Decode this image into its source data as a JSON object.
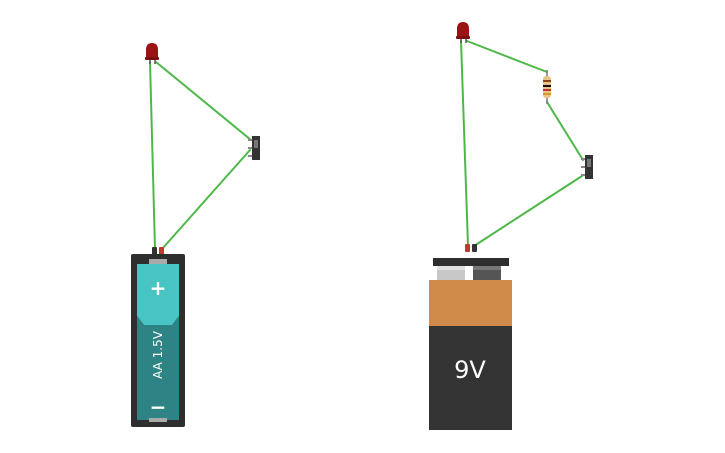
{
  "colors": {
    "wire": "#4db848",
    "led": "#9b1414",
    "aa_case": "#2e2e2e",
    "aa_top": "#48c4c4",
    "aa_body": "#2e8484",
    "nine_v_orange": "#d08a4a",
    "nine_v_body": "#333333",
    "switch": "#333333"
  },
  "circuits": [
    {
      "battery": {
        "type": "AA",
        "plus_label": "+",
        "minus_label": "−",
        "voltage_label": "AA 1.5V"
      },
      "components": [
        "red-led",
        "slide-switch"
      ]
    },
    {
      "battery": {
        "type": "9V",
        "voltage_label": "9V"
      },
      "components": [
        "red-led",
        "resistor",
        "slide-switch"
      ]
    }
  ]
}
